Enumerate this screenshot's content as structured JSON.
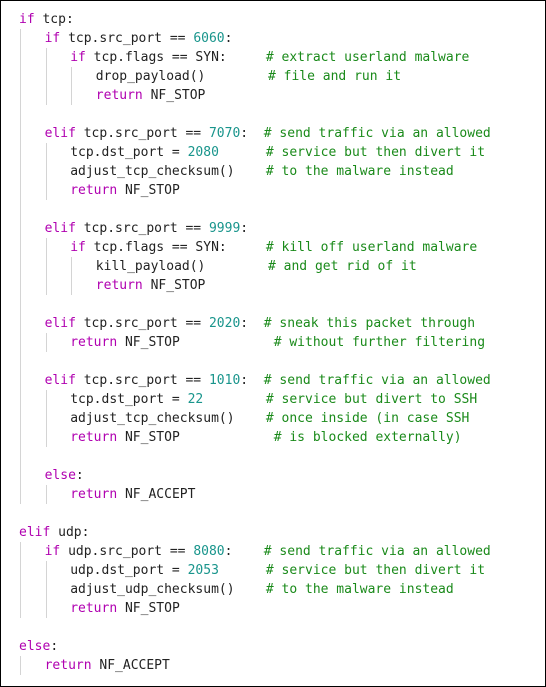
{
  "colors": {
    "keyword": "#b000b0",
    "number": "#19958c",
    "comment": "#1a8a1a",
    "text": "#222222",
    "guide": "#d4d4d4"
  },
  "code_lines": [
    {
      "indent": 0,
      "tokens": [
        [
          "kw",
          "if"
        ],
        [
          "txt",
          " tcp:"
        ]
      ]
    },
    {
      "indent": 1,
      "tokens": [
        [
          "kw",
          "if"
        ],
        [
          "txt",
          " tcp.src_port == "
        ],
        [
          "num",
          "6060"
        ],
        [
          "txt",
          ":"
        ]
      ]
    },
    {
      "indent": 2,
      "tokens": [
        [
          "kw",
          "if"
        ],
        [
          "txt",
          " tcp.flags == SYN:     "
        ],
        [
          "cmt",
          "# extract userland malware"
        ]
      ]
    },
    {
      "indent": 3,
      "tokens": [
        [
          "txt",
          "drop_payload()        "
        ],
        [
          "cmt",
          "# file and run it"
        ]
      ]
    },
    {
      "indent": 3,
      "tokens": [
        [
          "kw",
          "return"
        ],
        [
          "txt",
          " NF_STOP"
        ]
      ]
    },
    {
      "indent": 1,
      "tokens": []
    },
    {
      "indent": 1,
      "tokens": [
        [
          "kw",
          "elif"
        ],
        [
          "txt",
          " tcp.src_port == "
        ],
        [
          "num",
          "7070"
        ],
        [
          "txt",
          ":  "
        ],
        [
          "cmt",
          "# send traffic via an allowed"
        ]
      ]
    },
    {
      "indent": 2,
      "tokens": [
        [
          "txt",
          "tcp.dst_port = "
        ],
        [
          "num",
          "2080"
        ],
        [
          "txt",
          "      "
        ],
        [
          "cmt",
          "# service but then divert it"
        ]
      ]
    },
    {
      "indent": 2,
      "tokens": [
        [
          "txt",
          "adjust_tcp_checksum()    "
        ],
        [
          "cmt",
          "# to the malware instead"
        ]
      ]
    },
    {
      "indent": 2,
      "tokens": [
        [
          "kw",
          "return"
        ],
        [
          "txt",
          " NF_STOP"
        ]
      ]
    },
    {
      "indent": 1,
      "tokens": []
    },
    {
      "indent": 1,
      "tokens": [
        [
          "kw",
          "elif"
        ],
        [
          "txt",
          " tcp.src_port == "
        ],
        [
          "num",
          "9999"
        ],
        [
          "txt",
          ":"
        ]
      ]
    },
    {
      "indent": 2,
      "tokens": [
        [
          "kw",
          "if"
        ],
        [
          "txt",
          " tcp.flags == SYN:     "
        ],
        [
          "cmt",
          "# kill off userland malware"
        ]
      ]
    },
    {
      "indent": 3,
      "tokens": [
        [
          "txt",
          "kill_payload()        "
        ],
        [
          "cmt",
          "# and get rid of it"
        ]
      ]
    },
    {
      "indent": 3,
      "tokens": [
        [
          "kw",
          "return"
        ],
        [
          "txt",
          " NF_STOP"
        ]
      ]
    },
    {
      "indent": 1,
      "tokens": []
    },
    {
      "indent": 1,
      "tokens": [
        [
          "kw",
          "elif"
        ],
        [
          "txt",
          " tcp.src_port == "
        ],
        [
          "num",
          "2020"
        ],
        [
          "txt",
          ":  "
        ],
        [
          "cmt",
          "# sneak this packet through"
        ]
      ]
    },
    {
      "indent": 2,
      "tokens": [
        [
          "kw",
          "return"
        ],
        [
          "txt",
          " NF_STOP            "
        ],
        [
          "cmt",
          "# without further filtering"
        ]
      ]
    },
    {
      "indent": 1,
      "tokens": []
    },
    {
      "indent": 1,
      "tokens": [
        [
          "kw",
          "elif"
        ],
        [
          "txt",
          " tcp.src_port == "
        ],
        [
          "num",
          "1010"
        ],
        [
          "txt",
          ":  "
        ],
        [
          "cmt",
          "# send traffic via an allowed"
        ]
      ]
    },
    {
      "indent": 2,
      "tokens": [
        [
          "txt",
          "tcp.dst_port = "
        ],
        [
          "num",
          "22"
        ],
        [
          "txt",
          "        "
        ],
        [
          "cmt",
          "# service but divert to SSH"
        ]
      ]
    },
    {
      "indent": 2,
      "tokens": [
        [
          "txt",
          "adjust_tcp_checksum()    "
        ],
        [
          "cmt",
          "# once inside (in case SSH"
        ]
      ]
    },
    {
      "indent": 2,
      "tokens": [
        [
          "kw",
          "return"
        ],
        [
          "txt",
          " NF_STOP            "
        ],
        [
          "cmt",
          "# is blocked externally)"
        ]
      ]
    },
    {
      "indent": 1,
      "tokens": []
    },
    {
      "indent": 1,
      "tokens": [
        [
          "kw",
          "else"
        ],
        [
          "txt",
          ":"
        ]
      ]
    },
    {
      "indent": 2,
      "tokens": [
        [
          "kw",
          "return"
        ],
        [
          "txt",
          " NF_ACCEPT"
        ]
      ]
    },
    {
      "indent": 0,
      "tokens": []
    },
    {
      "indent": 0,
      "tokens": [
        [
          "kw",
          "elif"
        ],
        [
          "txt",
          " udp:"
        ]
      ]
    },
    {
      "indent": 1,
      "tokens": [
        [
          "kw",
          "if"
        ],
        [
          "txt",
          " udp.src_port == "
        ],
        [
          "num",
          "8080"
        ],
        [
          "txt",
          ":    "
        ],
        [
          "cmt",
          "# send traffic via an allowed"
        ]
      ]
    },
    {
      "indent": 2,
      "tokens": [
        [
          "txt",
          "udp.dst_port = "
        ],
        [
          "num",
          "2053"
        ],
        [
          "txt",
          "      "
        ],
        [
          "cmt",
          "# service but then divert it"
        ]
      ]
    },
    {
      "indent": 2,
      "tokens": [
        [
          "txt",
          "adjust_udp_checksum()    "
        ],
        [
          "cmt",
          "# to the malware instead"
        ]
      ]
    },
    {
      "indent": 2,
      "tokens": [
        [
          "kw",
          "return"
        ],
        [
          "txt",
          " NF_STOP"
        ]
      ]
    },
    {
      "indent": 0,
      "tokens": []
    },
    {
      "indent": 0,
      "tokens": [
        [
          "kw",
          "else"
        ],
        [
          "txt",
          ":"
        ]
      ]
    },
    {
      "indent": 1,
      "tokens": [
        [
          "kw",
          "return"
        ],
        [
          "txt",
          " NF_ACCEPT"
        ]
      ]
    }
  ]
}
